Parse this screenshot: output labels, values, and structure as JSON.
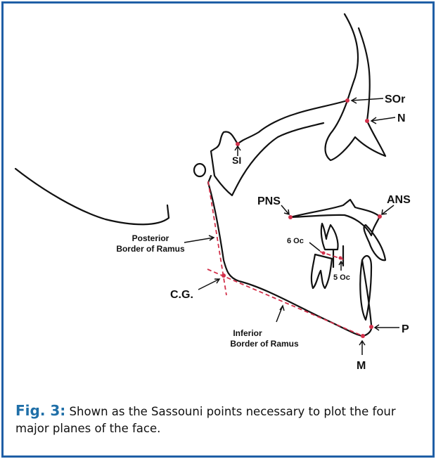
{
  "figure": {
    "labels": {
      "sor": "SOr",
      "n": "N",
      "si": "SI",
      "pns": "PNS",
      "ans": "ANS",
      "posterior_1": "Posterior",
      "posterior_2": "Border of Ramus",
      "cg": "C.G.",
      "inferior_1": "Inferior",
      "inferior_2": "Border of Ramus",
      "p": "P",
      "m": "M",
      "oc6": "6 Oc",
      "oc5": "5 Oc"
    },
    "colors": {
      "frame": "#1f5fa6",
      "points": "#d2304a",
      "caption_label": "#1f6fa8"
    }
  },
  "caption": {
    "label": "Fig. 3:",
    "text": " Shown as the Sassouni points necessary to plot the four major planes of the face."
  }
}
